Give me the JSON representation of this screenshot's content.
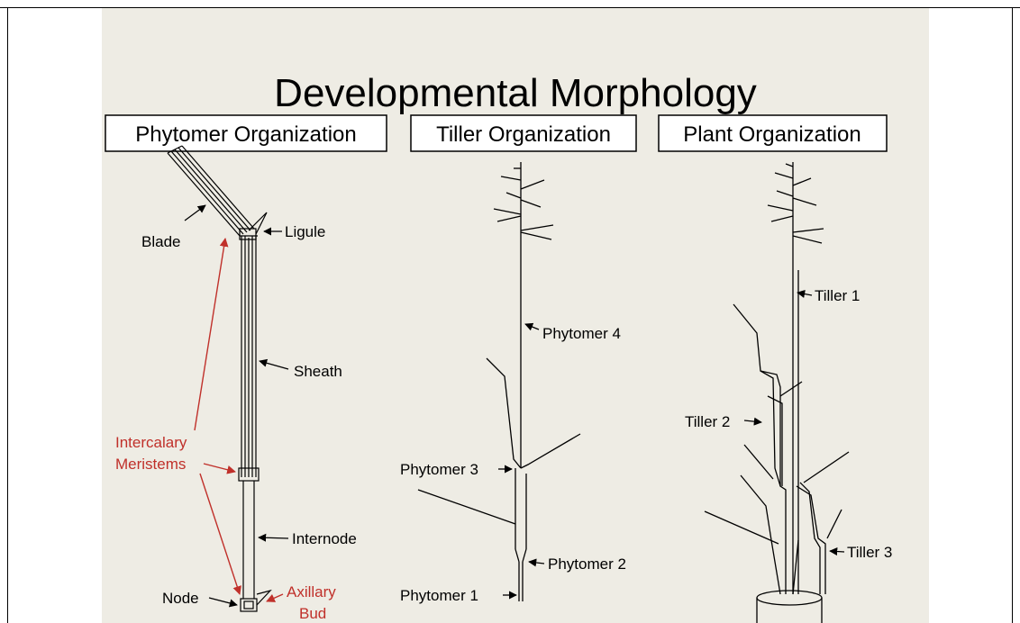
{
  "title": "Developmental Morphology",
  "panels": {
    "phytomer": "Phytomer Organization",
    "tiller": "Tiller Organization",
    "plant": "Plant Organization"
  },
  "phytomer_labels": {
    "blade": "Blade",
    "ligule": "Ligule",
    "sheath": "Sheath",
    "intercalary_1": "Intercalary",
    "intercalary_2": "Meristems",
    "internode": "Internode",
    "node": "Node",
    "axillary_1": "Axillary",
    "axillary_2": "Bud"
  },
  "tiller_labels": {
    "phytomer4": "Phytomer 4",
    "phytomer3": "Phytomer 3",
    "phytomer2": "Phytomer 2",
    "phytomer1": "Phytomer 1"
  },
  "plant_labels": {
    "tiller1": "Tiller 1",
    "tiller2": "Tiller 2",
    "tiller3": "Tiller 3"
  },
  "colors": {
    "red": "#c0302a",
    "ink": "#000000",
    "background": "#eeece4"
  }
}
